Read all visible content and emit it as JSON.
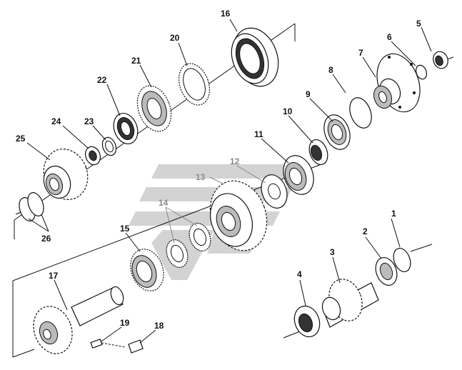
{
  "diagram": {
    "callouts": [
      {
        "id": "c1",
        "text": "1",
        "muted": false
      },
      {
        "id": "c2",
        "text": "2",
        "muted": false
      },
      {
        "id": "c3",
        "text": "3",
        "muted": false
      },
      {
        "id": "c4",
        "text": "4",
        "muted": false
      },
      {
        "id": "c5",
        "text": "5",
        "muted": false
      },
      {
        "id": "c6",
        "text": "6",
        "muted": false
      },
      {
        "id": "c7",
        "text": "7",
        "muted": false
      },
      {
        "id": "c8",
        "text": "8",
        "muted": false
      },
      {
        "id": "c9",
        "text": "9",
        "muted": false
      },
      {
        "id": "c10",
        "text": "10",
        "muted": false
      },
      {
        "id": "c11",
        "text": "11",
        "muted": false
      },
      {
        "id": "c12",
        "text": "12",
        "muted": true
      },
      {
        "id": "c13",
        "text": "13",
        "muted": true
      },
      {
        "id": "c14",
        "text": "14",
        "muted": true
      },
      {
        "id": "c15",
        "text": "15",
        "muted": false
      },
      {
        "id": "c16",
        "text": "16",
        "muted": false
      },
      {
        "id": "c17",
        "text": "17",
        "muted": false
      },
      {
        "id": "c18",
        "text": "18",
        "muted": false
      },
      {
        "id": "c19",
        "text": "19",
        "muted": false
      },
      {
        "id": "c20",
        "text": "20",
        "muted": false
      },
      {
        "id": "c21",
        "text": "21",
        "muted": false
      },
      {
        "id": "c22",
        "text": "22",
        "muted": false
      },
      {
        "id": "c23",
        "text": "23",
        "muted": false
      },
      {
        "id": "c24",
        "text": "24",
        "muted": false
      },
      {
        "id": "c25",
        "text": "25",
        "muted": false
      },
      {
        "id": "c26",
        "text": "26",
        "muted": false
      }
    ],
    "colors": {
      "line": "#111111",
      "muted_label": "#8a8a8a",
      "watermark": "#9e9e9e"
    },
    "watermark": {
      "icon": "stylized-logo-watermark"
    }
  }
}
